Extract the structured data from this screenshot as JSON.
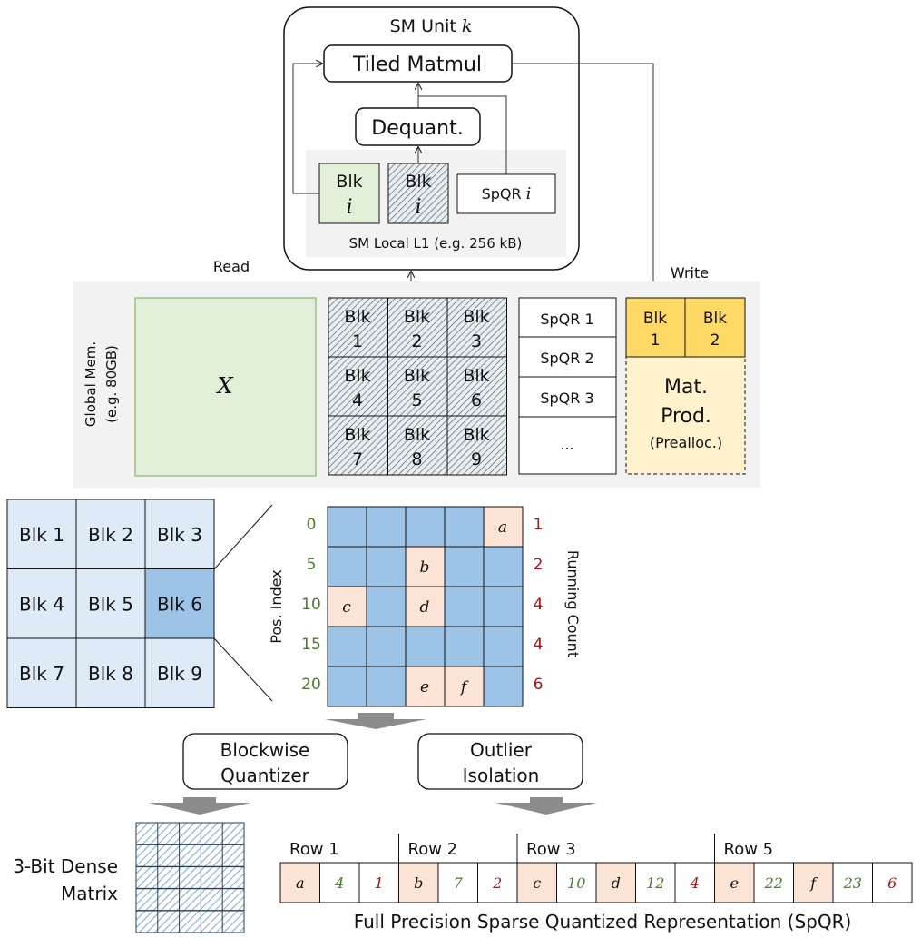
{
  "sm_unit": {
    "title": "SM Unit ",
    "title_var": "k",
    "tiled_matmul": "Tiled Matmul",
    "dequant": "Dequant.",
    "l1_label": "SM Local L1 (e.g. 256 kB)",
    "blk_word": "Blk",
    "blk_var": "i",
    "spqr_word": "SpQR ",
    "spqr_var": "i"
  },
  "read_label": "Read",
  "write_label": "Write",
  "global_mem": {
    "line1": "Global Mem.",
    "line2": "(e.g. 80GB)",
    "x_var": "X",
    "blocks": [
      [
        "Blk",
        "1"
      ],
      [
        "Blk",
        "2"
      ],
      [
        "Blk",
        "3"
      ],
      [
        "Blk",
        "4"
      ],
      [
        "Blk",
        "5"
      ],
      [
        "Blk",
        "6"
      ],
      [
        "Blk",
        "7"
      ],
      [
        "Blk",
        "8"
      ],
      [
        "Blk",
        "9"
      ]
    ],
    "spqr_list": [
      "SpQR 1",
      "SpQR 2",
      "SpQR 3",
      "..."
    ],
    "out_blocks": [
      [
        "Blk",
        "1"
      ],
      [
        "Blk",
        "2"
      ]
    ],
    "mat_prod": [
      "Mat.",
      "Prod.",
      "(Prealloc.)"
    ]
  },
  "block_grid": [
    "Blk 1",
    "Blk 2",
    "Blk 3",
    "Blk 4",
    "Blk 5",
    "Blk 6",
    "Blk 7",
    "Blk 8",
    "Blk 9"
  ],
  "detail": {
    "pos_label": "Pos. Index",
    "count_label": "Running Count",
    "pos_values": [
      "0",
      "5",
      "10",
      "15",
      "20"
    ],
    "count_values": [
      "1",
      "2",
      "4",
      "4",
      "6"
    ],
    "outliers": [
      "a",
      "b",
      "c",
      "d",
      "e",
      "f"
    ]
  },
  "blockwise_quantizer": [
    "Blockwise",
    "Quantizer"
  ],
  "outlier_isolation": [
    "Outlier",
    "Isolation"
  ],
  "dense_label": [
    "3-Bit Dense",
    "Matrix"
  ],
  "rows": [
    "Row 1",
    "Row 2",
    "Row 3",
    "Row 5"
  ],
  "spqr_cells": [
    "a",
    "4",
    "1",
    "b",
    "7",
    "2",
    "c",
    "10",
    "d",
    "12",
    "4",
    "e",
    "22",
    "f",
    "23",
    "6"
  ],
  "spqr_caption": "Full Precision Sparse Quantized Representation (SpQR)",
  "colors": {
    "blue": "#9dc3e6",
    "light_blue": "#deebf7",
    "peach": "#fbe3d5",
    "green_fill": "#e2efd9",
    "gold": "#ffd966",
    "cream": "#fff2cc",
    "gray_panel": "#f2f2f2"
  }
}
